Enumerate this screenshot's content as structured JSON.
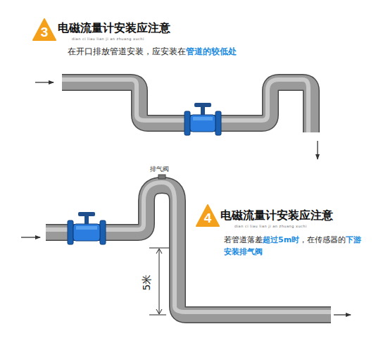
{
  "diagram": {
    "nodes": [
      {
        "text": [
          "3"
        ]
      },
      {
        "text": [
          "4"
        ]
      }
    ],
    "labels": [
      "电磁流量计安装应注意",
      "dian ci liau lian ji an zhuang xuchi",
      "在开口排放管道安装，应安装在",
      "管道的较低处",
      "排气阀",
      "5米",
      "电磁流量计安装应注意",
      "dian ci liau lian ji an zhuang xuchi",
      "若管道落差",
      "超过5m时",
      "，在传感器的",
      "下游安装排气阀"
    ]
  }
}
